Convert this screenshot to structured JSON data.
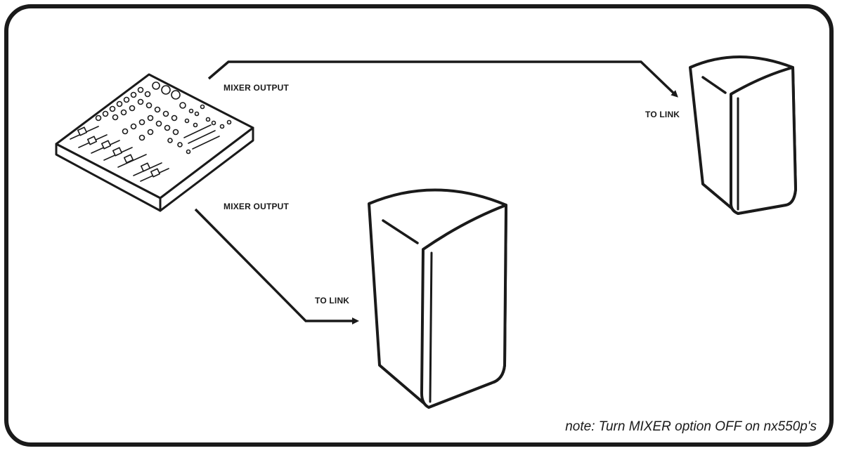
{
  "labels": {
    "mixer_output_top": "MIXER OUTPUT",
    "mixer_output_bottom": "MIXER OUTPUT",
    "to_link_right": "TO LINK",
    "to_link_center": "TO LINK"
  },
  "note": "note: Turn MIXER option OFF on nx550p's",
  "colors": {
    "line": "#1a1a1a",
    "background": "#ffffff"
  },
  "icons": [
    "mixer-console-icon",
    "speaker-icon",
    "speaker-icon"
  ]
}
